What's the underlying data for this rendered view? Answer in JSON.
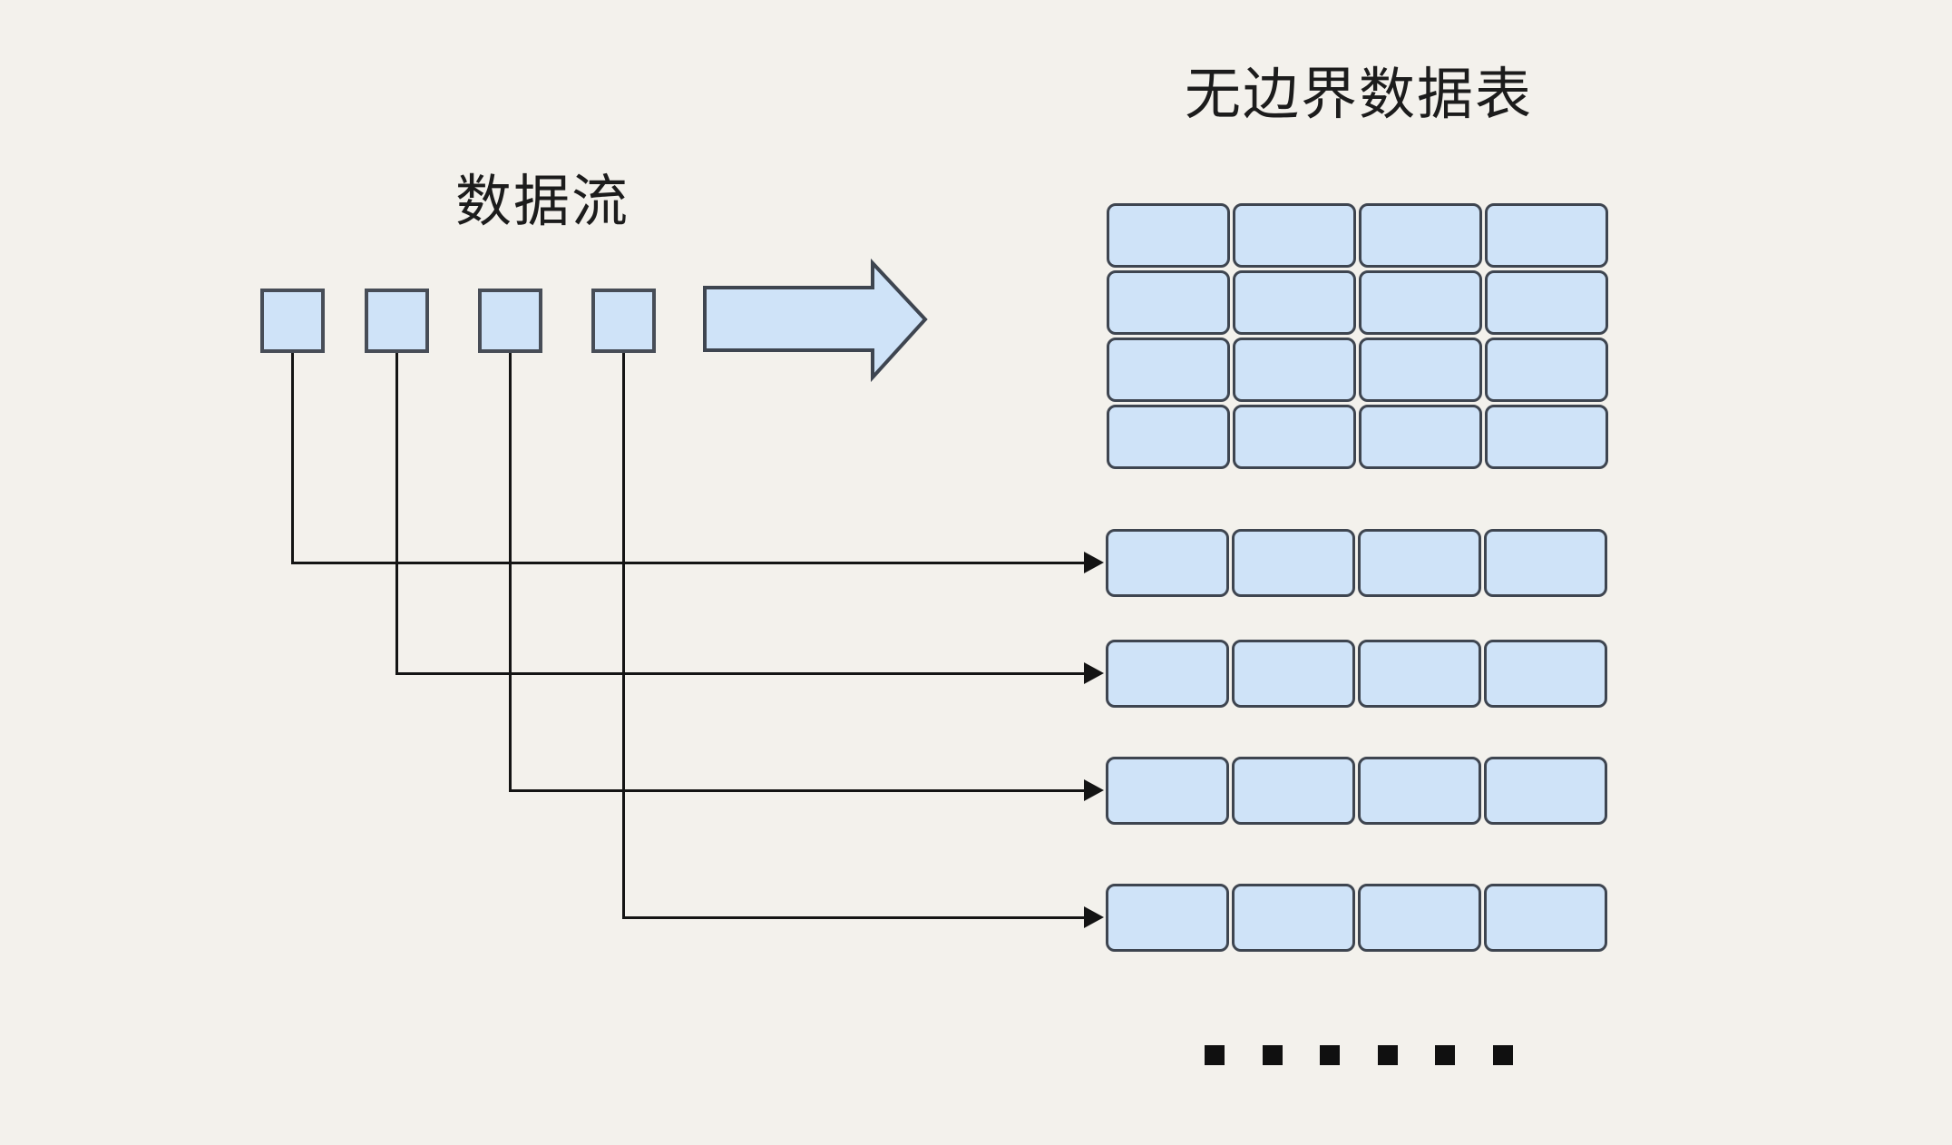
{
  "diagram": {
    "title": "无边界数据表",
    "stream_label": "数据流",
    "stream_item_count": 4,
    "grid": {
      "rows": 4,
      "cols": 4
    },
    "appended_rows": {
      "count": 4,
      "cols": 4
    },
    "ellipsis_dot_count": 6
  },
  "icons": {
    "big_arrow": "right-arrow-icon",
    "connector_arrowhead": "arrowhead-icon"
  },
  "colors": {
    "background": "#f3f1ec",
    "shape_fill": "#cfe3f8",
    "shape_border": "#3e4550",
    "square_border": "#474d57",
    "connector_line": "#141414",
    "text": "#1c1c1c",
    "dot": "#101010"
  }
}
